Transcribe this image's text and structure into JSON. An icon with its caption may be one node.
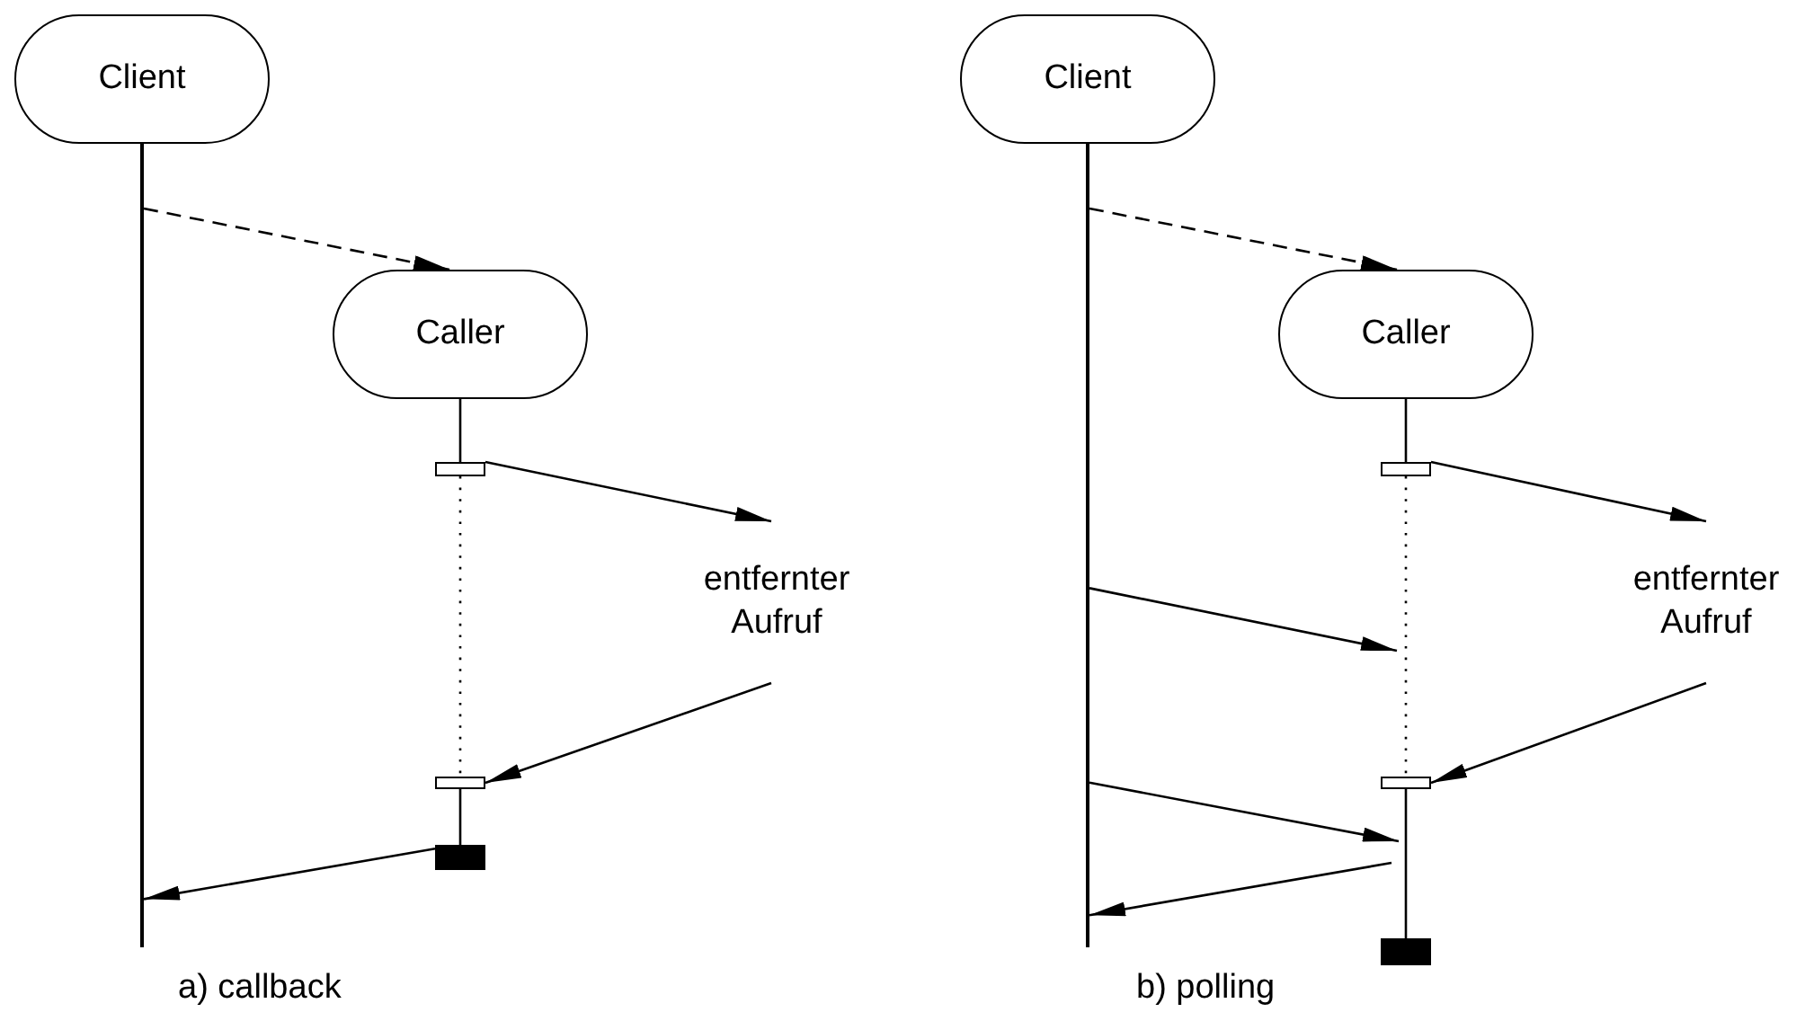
{
  "diagram": {
    "nodes": [
      {
        "text": [
          "Client"
        ]
      },
      {
        "text": [],
        "shape": "bar"
      },
      {
        "text": [
          "Caller"
        ]
      },
      {
        "text": [],
        "shape": "box"
      },
      {
        "text": [],
        "shape": "box"
      },
      {
        "text": [],
        "shape": "box"
      },
      {
        "text": [
          "entfernter Aufruf"
        ]
      },
      {
        "text": [
          "Client"
        ]
      },
      {
        "text": [],
        "shape": "bar"
      },
      {
        "text": [
          "Caller"
        ]
      },
      {
        "text": [],
        "shape": "box"
      },
      {
        "text": [],
        "shape": "box"
      },
      {
        "text": [],
        "shape": "box"
      },
      {
        "text": [
          "entfernter Aufruf"
        ]
      }
    ],
    "edges": [
      {
        "from": 1,
        "to": 2,
        "arrow": "to",
        "style": "dashed"
      },
      {
        "from": 2,
        "to": 3,
        "arrow": "none"
      },
      {
        "from": 3,
        "to": 4,
        "arrow": "none",
        "style": "dashed"
      },
      {
        "from": 4,
        "to": 5,
        "arrow": "none"
      },
      {
        "from": 3,
        "to": 6,
        "arrow": "to"
      },
      {
        "from": 6,
        "to": 4,
        "arrow": "to"
      },
      {
        "from": 5,
        "to": 1,
        "arrow": "to"
      },
      {
        "from": 8,
        "to": 9,
        "arrow": "to",
        "style": "dashed"
      },
      {
        "from": 9,
        "to": 10,
        "arrow": "none"
      },
      {
        "from": 10,
        "to": 11,
        "arrow": "none",
        "style": "dashed"
      },
      {
        "from": 11,
        "to": 12,
        "arrow": "none"
      },
      {
        "from": 10,
        "to": 13,
        "arrow": "to"
      },
      {
        "from": 13,
        "to": 11,
        "arrow": "to"
      },
      {
        "from": 8,
        "to": null,
        "arrow": "to"
      },
      {
        "from": 8,
        "to": null,
        "arrow": "to"
      },
      {
        "from": null,
        "to": 8,
        "arrow": "to"
      }
    ],
    "labels": [
      "a) callback",
      "b) polling"
    ]
  }
}
